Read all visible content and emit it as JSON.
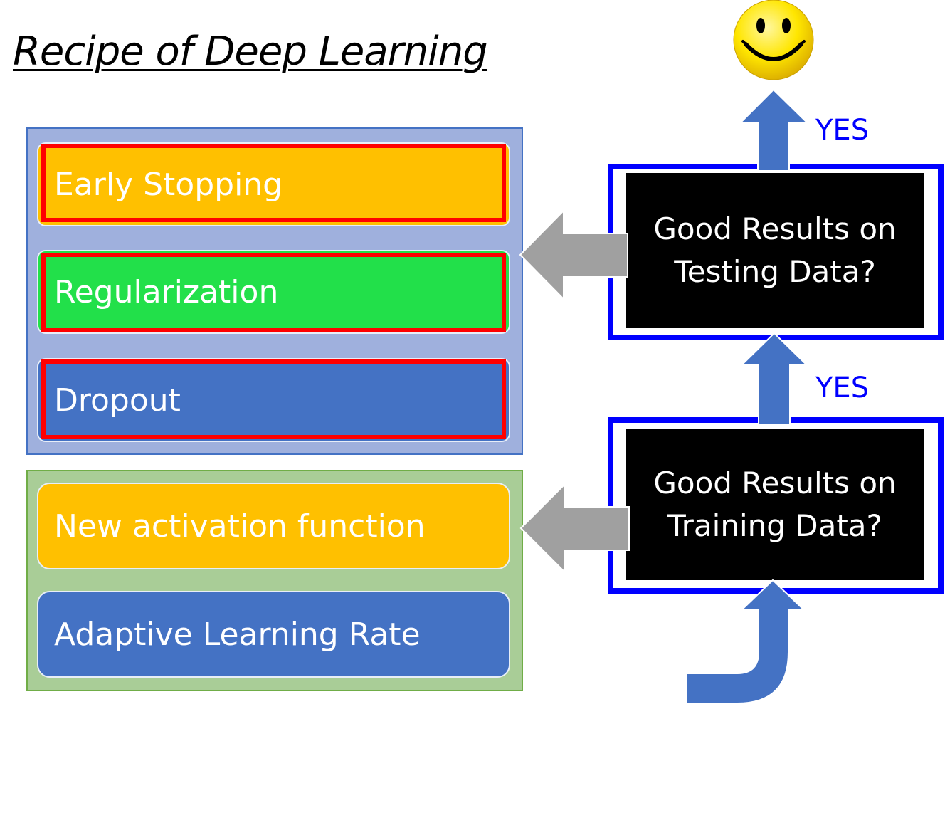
{
  "title": "Recipe of Deep Learning",
  "left_top_group": [
    {
      "label": "Early Stopping",
      "color": "#ffc000",
      "highlighted": true
    },
    {
      "label": "Regularization",
      "color": "#22e04a",
      "highlighted": true
    },
    {
      "label": "Dropout",
      "color": "#4472c4",
      "highlighted": true
    }
  ],
  "left_bottom_group": [
    {
      "label": "New activation function",
      "color": "#ffc000"
    },
    {
      "label": "Adaptive Learning Rate",
      "color": "#4472c4"
    }
  ],
  "testing_box": {
    "line1": "Good Results on",
    "line2": "Testing Data?"
  },
  "training_box": {
    "line1": "Good Results on",
    "line2": "Training Data?"
  },
  "yes_top": "YES",
  "yes_bottom": "YES",
  "icons": [
    "smiley-face-icon",
    "up-arrow-icon",
    "left-arrow-icon",
    "curved-up-arrow-icon"
  ],
  "colors": {
    "arrow_blue": "#4472c4",
    "arrow_gray": "#a0a0a0",
    "frame_blue": "#0000ff",
    "highlight_red": "#ff0000"
  }
}
